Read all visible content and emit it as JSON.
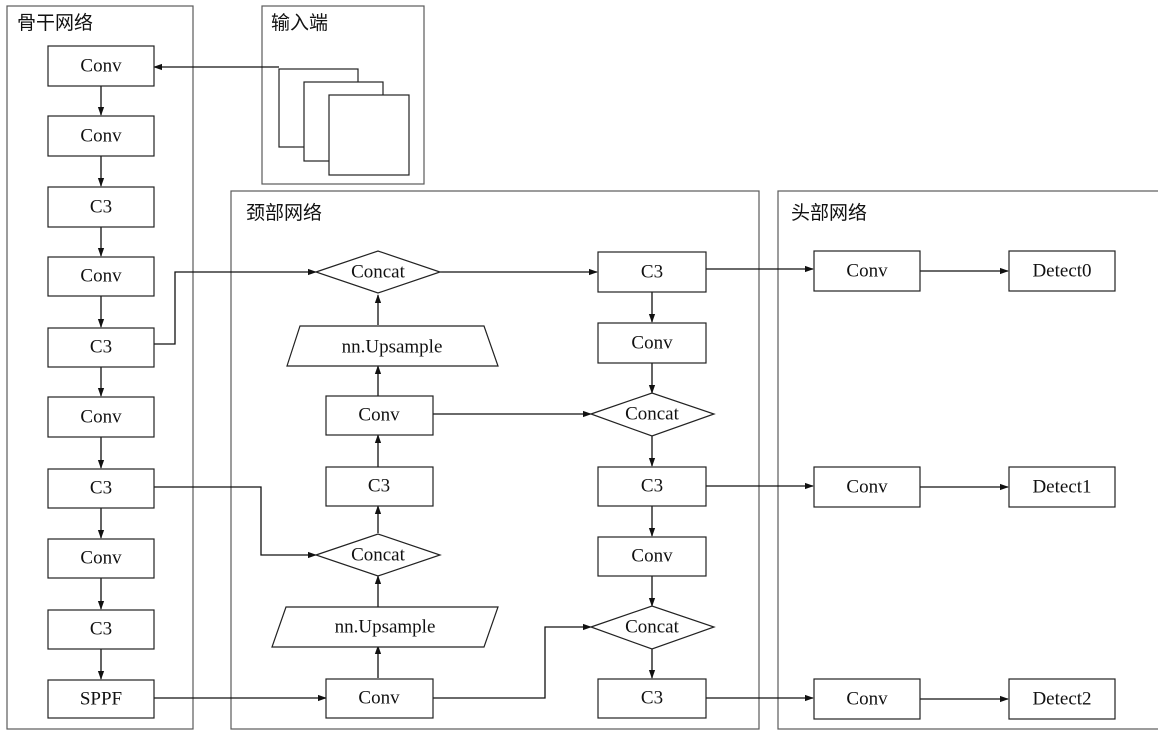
{
  "groups": {
    "backbone": "骨干网络",
    "input": "输入端",
    "neck": "颈部网络",
    "head": "头部网络"
  },
  "backbone_nodes": [
    "Conv",
    "Conv",
    "C3",
    "Conv",
    "C3",
    "Conv",
    "C3",
    "Conv",
    "C3",
    "SPPF"
  ],
  "neck": {
    "left_column": [
      "Concat",
      "nn.Upsample",
      "Conv",
      "C3",
      "Concat",
      "nn.Upsample",
      "Conv"
    ],
    "right_column": [
      "C3",
      "Conv",
      "Concat",
      "C3",
      "Conv",
      "Concat",
      "C3"
    ]
  },
  "head": {
    "convs": [
      "Conv",
      "Conv",
      "Conv"
    ],
    "detects": [
      "Detect0",
      "Detect1",
      "Detect2"
    ]
  }
}
